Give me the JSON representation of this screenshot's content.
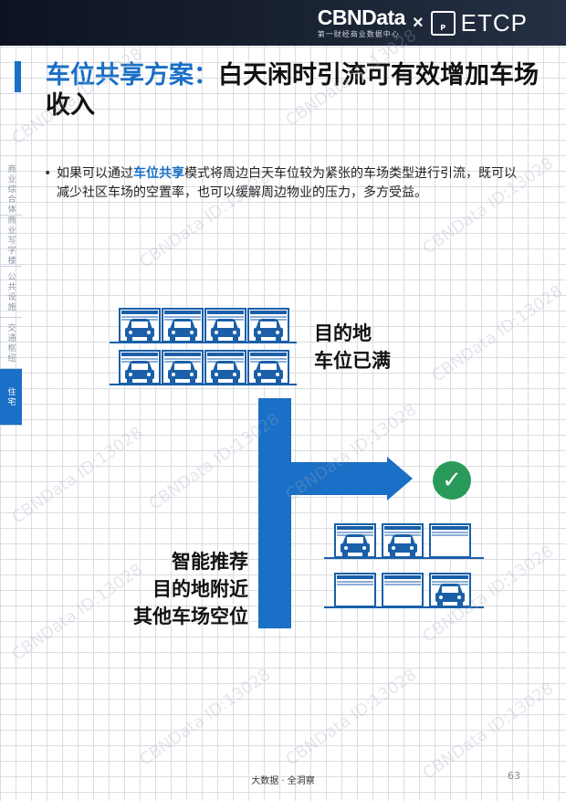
{
  "header": {
    "brand_name": "CBNData",
    "brand_sub": "第一财经商业数据中心",
    "times": "×",
    "partner_logo": "ETCP",
    "partner_name": "ETCP"
  },
  "title": {
    "highlight": "车位共享方案：",
    "rest": "白天闲时引流可有效增加车场收入"
  },
  "side_nav": [
    {
      "label": "商业综合体",
      "active": false
    },
    {
      "label": "商业写字楼",
      "active": false
    },
    {
      "label": "公共设施",
      "active": false
    },
    {
      "label": "交通枢纽",
      "active": false
    },
    {
      "label": "住宅",
      "active": true
    }
  ],
  "bullet": {
    "marker": "•",
    "before": "如果可以通过",
    "keyword": "车位共享",
    "after": "模式将周边白天车位较为紧张的车场类型进行引流，既可以减少社区车场的空置率，也可以缓解周边物业的压力，多方受益。"
  },
  "diagram": {
    "full_line1": "目的地",
    "full_line2": "车位已满",
    "recommend_line1": "智能推荐",
    "recommend_line2": "目的地附近",
    "recommend_line3": "其他车场空位",
    "check_icon": "✓",
    "colors": {
      "accent": "#1a6fc6",
      "check": "#2a9a5a",
      "garage": "#1a5fa8"
    }
  },
  "footer": {
    "text": "大数据 · 全洞察",
    "page": "63"
  },
  "watermark": "CBNData ID:13028"
}
